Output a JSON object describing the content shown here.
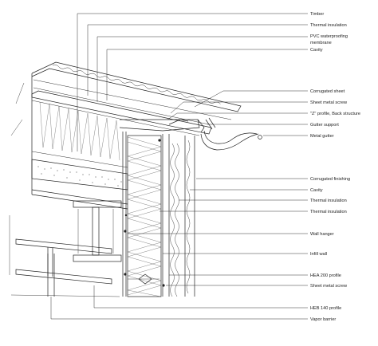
{
  "drawing": {
    "labels": [
      "Timber",
      "Thermal insulation",
      "PVC waterproofing",
      "membrane",
      "Cavity",
      "Corrugated sheet",
      "Sheet metal screw",
      "\"Z\" profile, Back structure",
      "Gutter support",
      "Metal gutter",
      "Corrugated finishing",
      "Cavity",
      "Thermal insulation",
      "Thermal insulation",
      "Wall hanger",
      "Infill wall",
      "HEA 200 profile",
      "Sheet metal screw",
      "HEB 140 profile",
      "Vapor barrier"
    ]
  }
}
